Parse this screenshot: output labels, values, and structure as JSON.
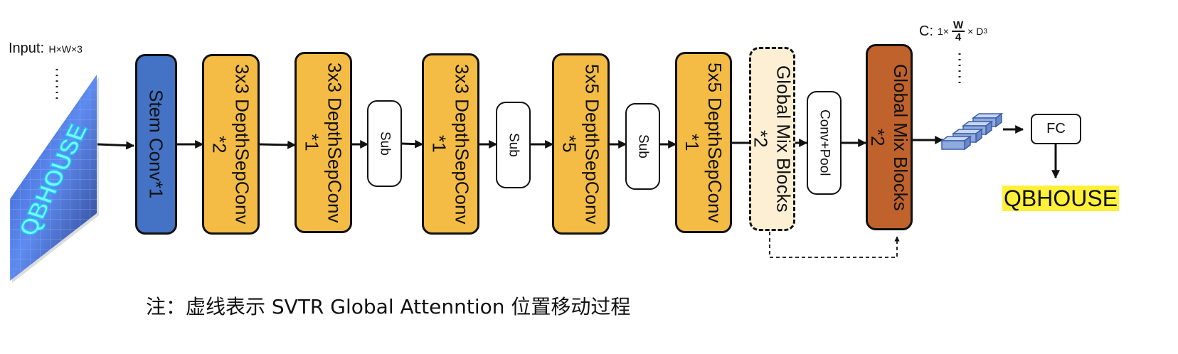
{
  "colors": {
    "stem": "#4472C4",
    "depthsep": "#F4BC44",
    "global_dashed_fill": "#FCEFD4",
    "global_solid": "#C0622B",
    "highlight": "#FFF03A",
    "tensor": "#8FAADC",
    "tensor_edge": "#3D5FA8"
  },
  "input": {
    "label": "Input:",
    "shape": "H×W×3",
    "image_text": "QBHOUSE"
  },
  "blocks": [
    {
      "id": "stem",
      "text": "Stem Conv*1"
    },
    {
      "id": "ds1",
      "text": "3x3 DepthSepConv\n*2"
    },
    {
      "id": "ds2",
      "text": "3x3 DepthSepConv\n*1"
    },
    {
      "id": "sub1",
      "text": "Sub"
    },
    {
      "id": "ds3",
      "text": "3x3 DepthSepConv\n*1"
    },
    {
      "id": "sub2",
      "text": "Sub"
    },
    {
      "id": "ds4",
      "text": "5x5 DepthSepConv\n*5"
    },
    {
      "id": "sub3",
      "text": "Sub"
    },
    {
      "id": "ds5",
      "text": "5x5 DepthSepConv\n*1"
    },
    {
      "id": "gmb_dashed",
      "text": "Global Mix  Blocks\n*2"
    },
    {
      "id": "convpool",
      "text": "Conv+Pool"
    },
    {
      "id": "gmb_solid",
      "text": "Global Mix  Blocks\n*2"
    }
  ],
  "output_shape": {
    "prefix": "C:",
    "pre": "1×",
    "numerator": "W",
    "denominator": "4",
    "post": "× D",
    "sub": "3"
  },
  "fc": {
    "text": "FC"
  },
  "output_text": "QBHOUSE",
  "note": "注：虚线表示 SVTR Global Attenntion 位置移动过程"
}
